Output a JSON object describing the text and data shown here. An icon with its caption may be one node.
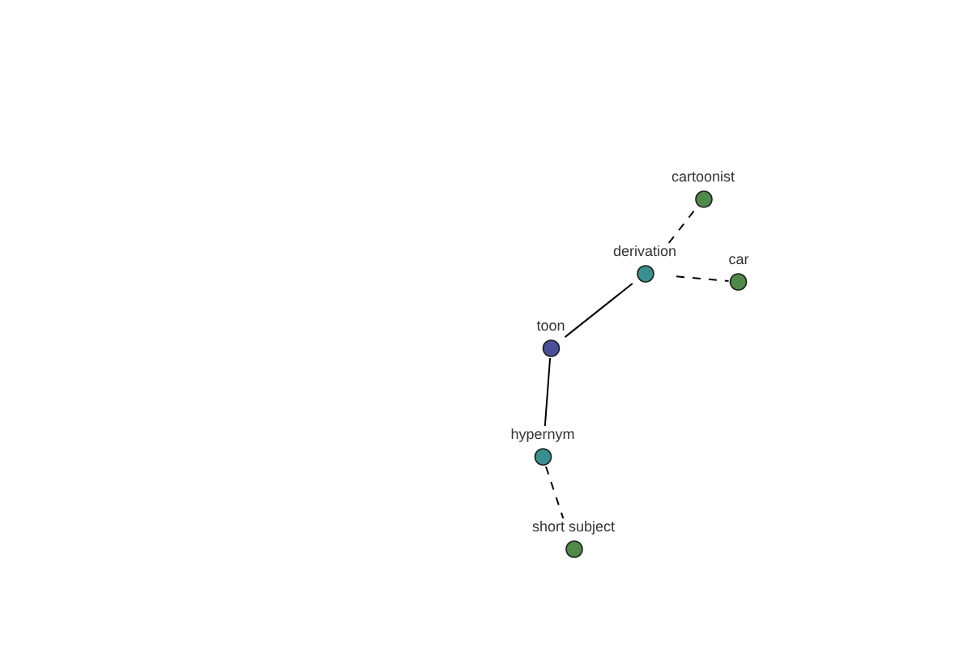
{
  "diagram": {
    "nodes": [
      {
        "text": [
          "cartoonist"
        ]
      },
      {
        "text": [
          "derivation"
        ]
      },
      {
        "text": [
          "car"
        ]
      },
      {
        "text": [
          "toon"
        ]
      },
      {
        "text": [
          "hypernym"
        ]
      },
      {
        "text": [
          "short subject"
        ]
      }
    ],
    "edges": [
      {
        "from": 1,
        "to": 0,
        "arrow": "none",
        "style": "dashed"
      },
      {
        "from": 1,
        "to": 2,
        "arrow": "none",
        "style": "dashed"
      },
      {
        "from": 3,
        "to": 1,
        "arrow": "none"
      },
      {
        "from": 3,
        "to": 4,
        "arrow": "none"
      },
      {
        "from": 4,
        "to": 5,
        "arrow": "none",
        "style": "dashed"
      }
    ]
  }
}
